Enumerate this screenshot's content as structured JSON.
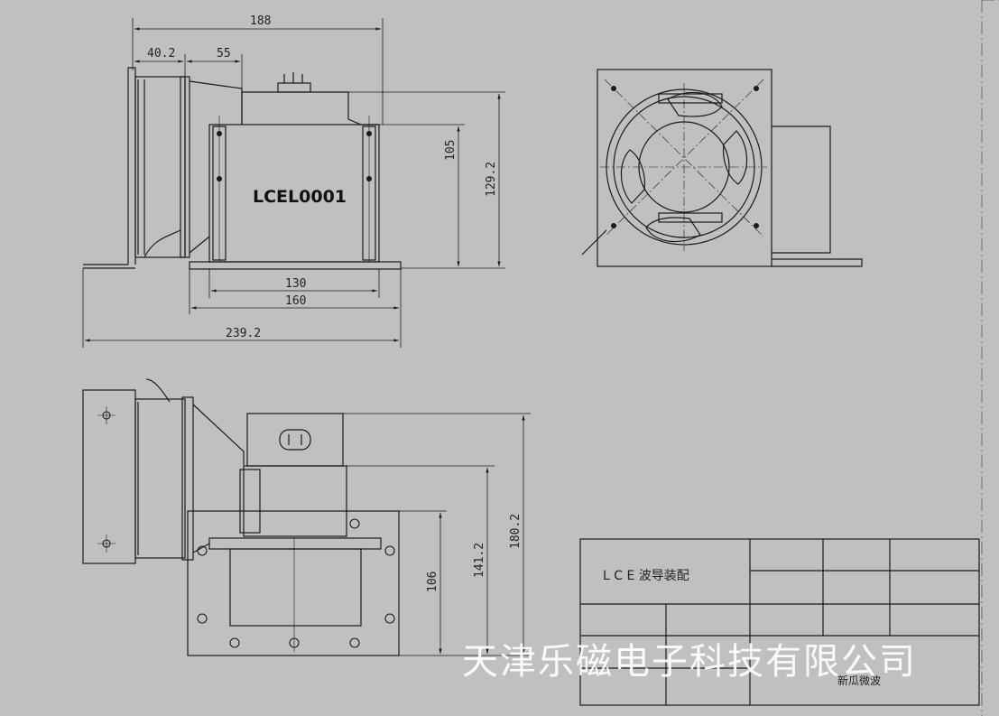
{
  "model_label": "LCEL0001",
  "dimensions": {
    "d188": "188",
    "d40_2": "40.2",
    "d55": "55",
    "d105": "105",
    "d129_2": "129.2",
    "d130": "130",
    "d160": "160",
    "d239_2": "239.2",
    "d106": "106",
    "d141_2": "141.2",
    "d180_2": "180.2"
  },
  "title_block": {
    "name": "L C E 波导装配",
    "note": "新瓜微波"
  },
  "watermark": "天津乐磁电子科技有限公司",
  "colors": {
    "background": "#c0c0c0",
    "line": "#1a1a1a",
    "border": "#6a6a6a"
  }
}
